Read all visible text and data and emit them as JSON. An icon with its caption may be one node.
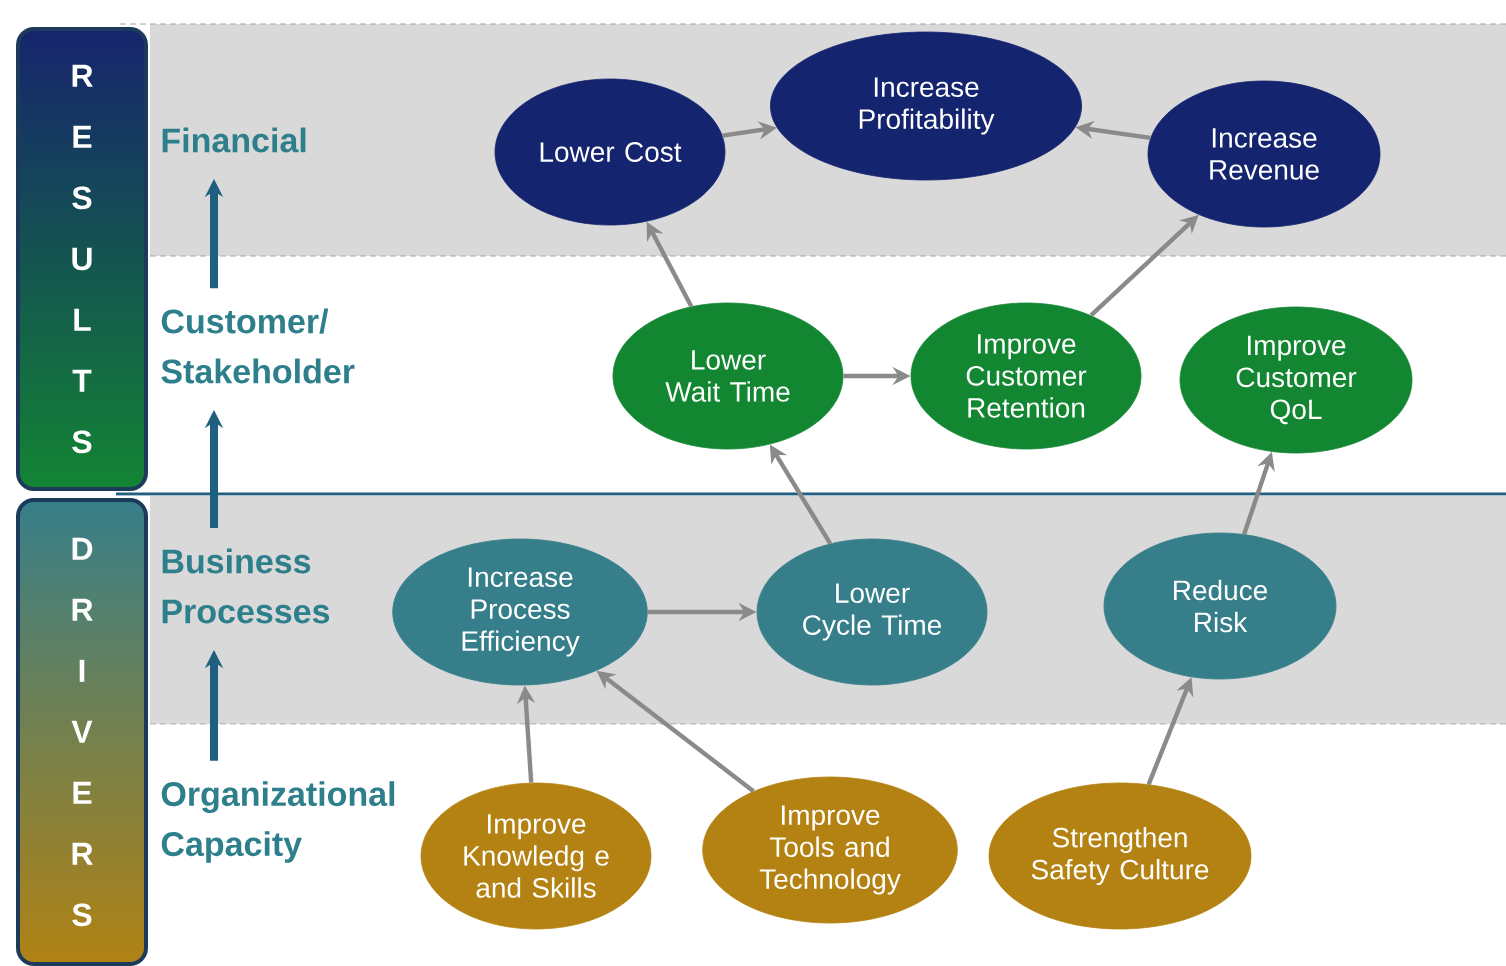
{
  "diagram": {
    "nodes": [
      {
        "text": [
          "RESULTS"
        ]
      },
      {
        "text": [
          "DRIVERS"
        ]
      },
      {
        "text": [
          "Financial"
        ]
      },
      {
        "text": [
          "Customer/ Stakeholder"
        ]
      },
      {
        "text": [
          "Business Processes"
        ]
      },
      {
        "text": [
          "Organizational Capacity"
        ]
      },
      {
        "text": [
          "Lower Cost"
        ]
      },
      {
        "text": [
          "Increase Profitability"
        ]
      },
      {
        "text": [
          "Increase Revenue"
        ]
      },
      {
        "text": [
          "Lower Wait Time"
        ]
      },
      {
        "text": [
          "Improve Customer Retention"
        ]
      },
      {
        "text": [
          "Improve Customer QoL"
        ]
      },
      {
        "text": [
          "Increase Process Efficiency"
        ]
      },
      {
        "text": [
          "Lower Cycle Time"
        ]
      },
      {
        "text": [
          "Reduce Risk"
        ]
      },
      {
        "text": [
          "Improve Knowledg e and Skills"
        ]
      },
      {
        "text": [
          "Improve Tools and Technology"
        ]
      },
      {
        "text": [
          "Strengthen Safety Culture"
        ]
      }
    ],
    "edges": [
      {
        "from": 5,
        "to": 4,
        "arrow": "to",
        "style": "thick",
        "color": "#1f5f7f"
      },
      {
        "from": 4,
        "to": 3,
        "arrow": "to",
        "style": "thick",
        "color": "#1f5f7f"
      },
      {
        "from": 3,
        "to": 2,
        "arrow": "to",
        "style": "thick",
        "color": "#1f5f7f"
      },
      {
        "from": 9,
        "to": 6,
        "arrow": "to"
      },
      {
        "from": 6,
        "to": 7,
        "arrow": "to"
      },
      {
        "from": 8,
        "to": 7,
        "arrow": "to"
      },
      {
        "from": 10,
        "to": 8,
        "arrow": "to"
      },
      {
        "from": 9,
        "to": 10,
        "arrow": "to"
      },
      {
        "from": 13,
        "to": 9,
        "arrow": "to"
      },
      {
        "from": 12,
        "to": 13,
        "arrow": "to"
      },
      {
        "from": 14,
        "to": 11,
        "arrow": "to"
      },
      {
        "from": 15,
        "to": 12,
        "arrow": "to"
      },
      {
        "from": 16,
        "to": 12,
        "arrow": "to"
      },
      {
        "from": 17,
        "to": 14,
        "arrow": "to"
      }
    ]
  }
}
